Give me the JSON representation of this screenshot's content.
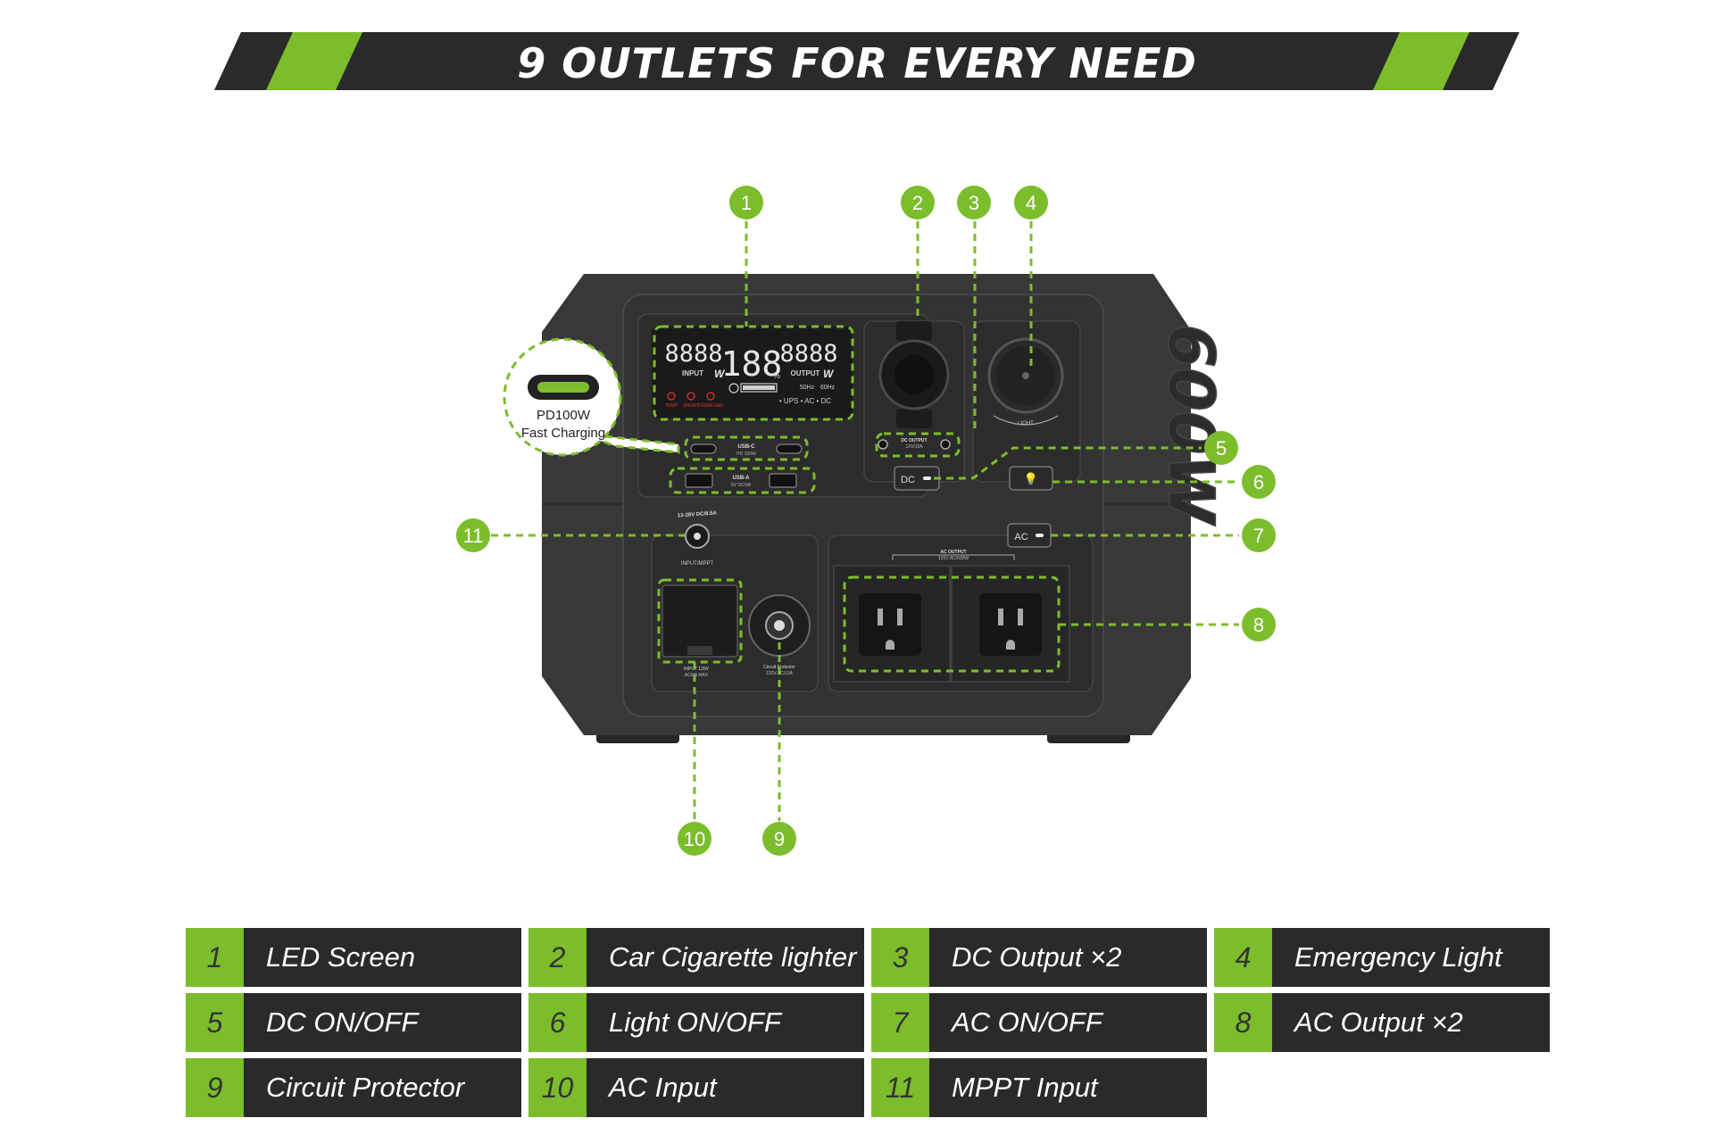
{
  "banner": {
    "title": "9 OUTLETS FOR EVERY NEED"
  },
  "callout": {
    "line1": "PD100W",
    "line2": "Fast Charging"
  },
  "device": {
    "brand_capacity": "600W",
    "display": {
      "input_digits": "8888",
      "output_digits": "8888",
      "percent_digits": "188",
      "input_label": "INPUT",
      "output_label": "OUTPUT",
      "unit_w": "W",
      "percent_sign": "%",
      "hz_50": "50Hz",
      "hz_60": "60Hz",
      "modes": "• UPS  • AC  • DC",
      "warn_labels": [
        "TEMP",
        "SHORT",
        "OVERLOAD"
      ]
    },
    "port_labels": {
      "usb_c": "USB-C",
      "usb_c_sub": "PD 100W",
      "usb_a": "USB-A",
      "usb_a_sub": "5V DC/3A",
      "dc_output": "DC OUTPUT",
      "dc_output_sub": "12V/10A",
      "light": "LIGHT",
      "dc_button": "DC",
      "ac_button": "AC",
      "dc_input": "12-28V  DC/8.5A",
      "dc_input_sub": "INPUT/MPPT",
      "ac_output": "AC OUTPUT",
      "ac_output_sub": "120V AC/600W",
      "ac_input": "INPUT 120V",
      "ac_input_sub": "AC/8A MAX",
      "circuit_protector": "Circuit Protector",
      "circuit_protector_sub": "120V AC/13A"
    }
  },
  "markers": [
    "1",
    "2",
    "3",
    "4",
    "5",
    "6",
    "7",
    "8",
    "9",
    "10",
    "11"
  ],
  "legend": [
    {
      "num": "1",
      "label": "LED Screen"
    },
    {
      "num": "2",
      "label": "Car Cigarette lighter"
    },
    {
      "num": "3",
      "label": "DC Output ×2"
    },
    {
      "num": "4",
      "label": "Emergency Light"
    },
    {
      "num": "5",
      "label": "DC ON/OFF"
    },
    {
      "num": "6",
      "label": "Light ON/OFF"
    },
    {
      "num": "7",
      "label": "AC ON/OFF"
    },
    {
      "num": "8",
      "label": "AC Output ×2"
    },
    {
      "num": "9",
      "label": "Circuit Protector"
    },
    {
      "num": "10",
      "label": "AC Input"
    },
    {
      "num": "11",
      "label": "MPPT Input"
    }
  ],
  "colors": {
    "accent": "#7cbd2c",
    "dark": "#2a2a2a",
    "device": "#3a3a3a",
    "panel": "#2e2e2e"
  }
}
